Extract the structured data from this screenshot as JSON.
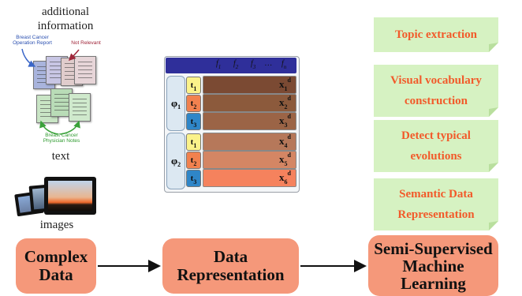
{
  "left": {
    "additional_information": "additional\ninformation",
    "doc_labels": {
      "operation_report": "Breast Cancer\nOperation Report",
      "not_relevant": "Not Relevant",
      "physician_notes": "Breast Cancer\nPhysician Notes"
    },
    "text_label": "text",
    "images_label": "images"
  },
  "matrix": {
    "features": [
      "f1",
      "f2",
      "f3",
      "…",
      "fn"
    ],
    "groups": [
      "φ1",
      "φ2"
    ],
    "rows": [
      {
        "t": "t1",
        "x": "x1",
        "t_color": "#fbf28a",
        "bar_color": "#7b4a33"
      },
      {
        "t": "t2",
        "x": "x2",
        "t_color": "#f1814f",
        "bar_color": "#8c5a3c"
      },
      {
        "t": "t3",
        "x": "x3",
        "t_color": "#2f86c8",
        "bar_color": "#9b6446"
      },
      {
        "t": "t1",
        "x": "x4",
        "t_color": "#fbf28a",
        "bar_color": "#b6785a"
      },
      {
        "t": "t2",
        "x": "x5",
        "t_color": "#f1814f",
        "bar_color": "#d48664"
      },
      {
        "t": "t3",
        "x": "x6",
        "t_color": "#2f86c8",
        "bar_color": "#f5825d"
      }
    ],
    "superscript": "d"
  },
  "notes": [
    "Topic extraction",
    "Visual vocabulary\nconstruction",
    "Detect typical\nevolutions",
    "Semantic Data\nRepresentation"
  ],
  "pipeline": {
    "complex_data": "Complex\nData",
    "data_representation": "Data\nRepresentation",
    "semi_supervised": "Semi-Supervised\nMachine\nLearning"
  },
  "colors": {
    "process_box": "#f5987a",
    "note_fill": "#d6f2c2",
    "note_text": "#f25a2a",
    "matrix_header": "#2f2f9a"
  }
}
